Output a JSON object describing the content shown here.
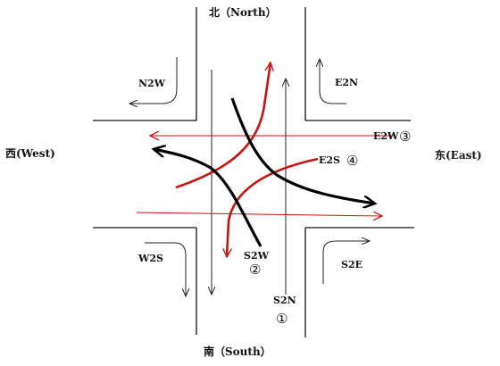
{
  "directions": {
    "north": "北（North）",
    "south": "南（South）",
    "west": "西(West)",
    "east": "东(East)"
  },
  "movements": {
    "n2w": "N2W",
    "e2n": "E2N",
    "w2s": "W2S",
    "s2e": "S2E",
    "e2w": "E2W",
    "e2s": "E2S",
    "s2w": "S2W",
    "s2n": "S2N"
  },
  "markers": {
    "one": "①",
    "two": "②",
    "three": "③",
    "four": "④"
  },
  "colors": {
    "road": "#111111",
    "red_movement": "#cc1111",
    "black_movement": "#000000"
  }
}
